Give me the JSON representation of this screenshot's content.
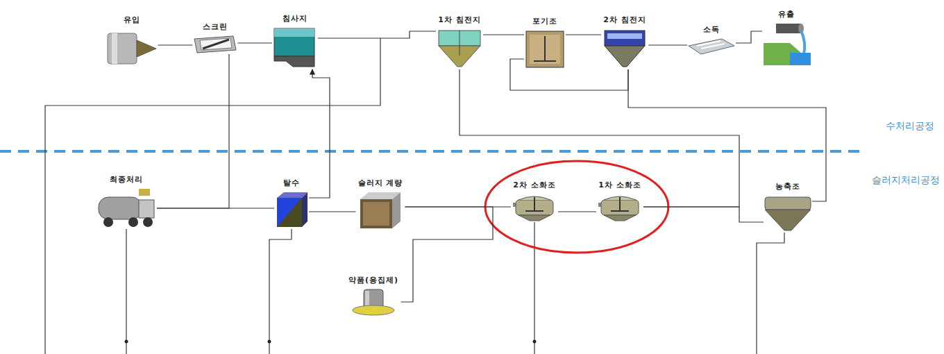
{
  "diagram": {
    "nodes": [
      {
        "text": [
          "유입"
        ]
      },
      {
        "text": [
          "스크린"
        ]
      },
      {
        "text": [
          "침사지"
        ]
      },
      {
        "text": [
          "1차 침전지"
        ]
      },
      {
        "text": [
          "포기조"
        ]
      },
      {
        "text": [
          "2차 침전지"
        ]
      },
      {
        "text": [
          "소독"
        ]
      },
      {
        "text": [
          "유출"
        ]
      },
      {
        "text": [
          "최종처리"
        ]
      },
      {
        "text": [
          "탈수"
        ]
      },
      {
        "text": [
          "슬러지 계량"
        ]
      },
      {
        "text": [
          "2차 소화조"
        ]
      },
      {
        "text": [
          "1차 소화조"
        ]
      },
      {
        "text": [
          "농축조"
        ]
      },
      {
        "text": [
          "약품(응집제)"
        ]
      }
    ],
    "edges": [
      {
        "from": 0,
        "to": 1,
        "arrow": "none"
      },
      {
        "from": 1,
        "to": 2,
        "arrow": "none"
      },
      {
        "from": 2,
        "to": 3,
        "arrow": "none"
      },
      {
        "from": 3,
        "to": 4,
        "arrow": "none"
      },
      {
        "from": 4,
        "to": 5,
        "arrow": "none"
      },
      {
        "from": 5,
        "to": 6,
        "arrow": "none"
      },
      {
        "from": 6,
        "to": 7,
        "arrow": "none"
      },
      {
        "from": 5,
        "to": 4,
        "arrow": "none"
      },
      {
        "from": 5,
        "to": 13,
        "arrow": "none"
      },
      {
        "from": 3,
        "to": 12,
        "arrow": "none"
      },
      {
        "from": 13,
        "to": 12,
        "arrow": "none"
      },
      {
        "from": 12,
        "to": 11,
        "arrow": "none"
      },
      {
        "from": 11,
        "to": 10,
        "arrow": "none"
      },
      {
        "from": 14,
        "to": 10,
        "arrow": "none"
      },
      {
        "from": 10,
        "to": 9,
        "arrow": "none"
      },
      {
        "from": 9,
        "to": 8,
        "arrow": "none"
      },
      {
        "from": 1,
        "to": 8,
        "arrow": "none"
      },
      {
        "from": 9,
        "to": 2,
        "arrow": "to"
      }
    ],
    "labels": [
      "수처리공정",
      "슬러지처리공정"
    ]
  }
}
